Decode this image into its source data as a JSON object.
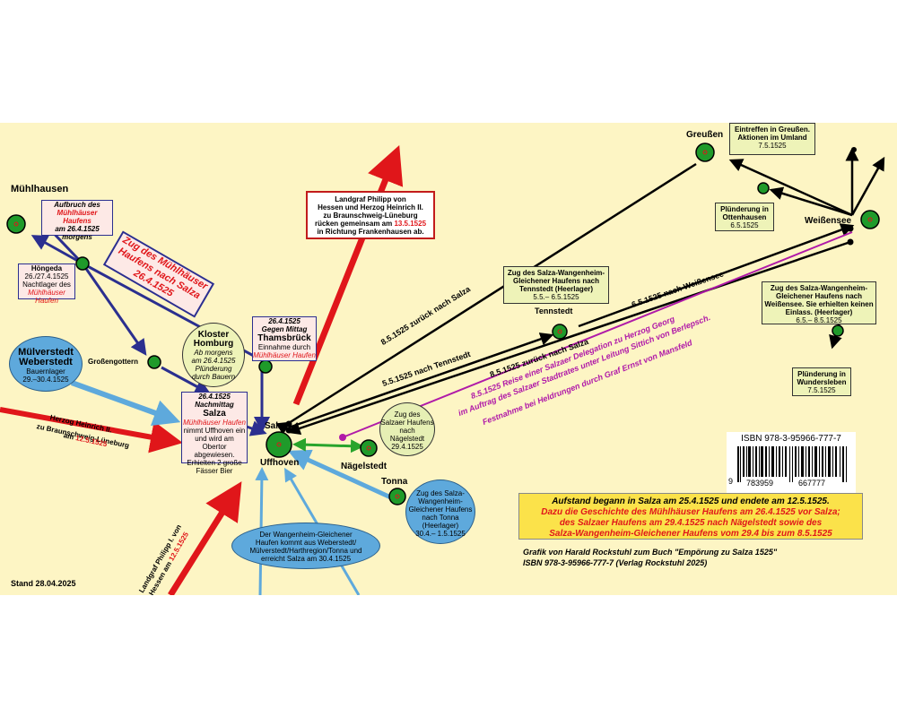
{
  "places": {
    "muehlhausen": "Mühlhausen",
    "grossengottern": "Großengottern",
    "salza": "Salza",
    "ufhoven": "Uffhoven",
    "naegelstedt": "Nägelstedt",
    "tonna": "Tonna",
    "tennstedt": "Tennstedt",
    "greussen": "Greußen",
    "weissensee": "Weißensee"
  },
  "boxes": {
    "aufbruch": {
      "l1": "Aufbruch des",
      "l2": "Mühlhäuser Haufens",
      "l3": "am 26.4.1525",
      "l4": "morgens"
    },
    "hoengeda": {
      "l1": "Höngeda",
      "l2": "26./27.4.1525",
      "l3": "Nachtlager des",
      "l4": "Mühlhäuser Haufen"
    },
    "zug_muehlhaeuser": {
      "l1": "Zug des Mühlhäuser",
      "l2": "Haufens nach Salza",
      "l3": "26.4.1525"
    },
    "landgraf_top": {
      "l1": "Landgraf Philipp von",
      "l2": "Hessen und Herzog Heinrich II.",
      "l3": "zu Braunschweig-Lüneburg",
      "l4a": "rücken gemeinsam am ",
      "l4b": "13.5.1525",
      "l5": "in Richtung Frankenhausen ab."
    },
    "kloster": {
      "l1": "Kloster",
      "l2": "Homburg",
      "l3": "Ab morgens",
      "l4": "am 26.4.1525",
      "l5": "Plünderung",
      "l6": "durch Bauern"
    },
    "thamsbrueck": {
      "l1": "26.4.1525",
      "l2": "Gegen Mittag",
      "l3": "Thamsbrück",
      "l4": "Einnahme durch",
      "l5": "Mühlhäuser Haufen"
    },
    "muelverstedt": {
      "l1": "Mülverstedt",
      "l2": "Weberstedt",
      "l3": "Bauernlager",
      "l4": "29.–30.4.1525"
    },
    "salza_box": {
      "l1": "26.4.1525",
      "l2": "Nachmittag",
      "l3": "Salza",
      "l4": "Mühlhäuser Haufen",
      "l5": "nimmt Uffhoven ein",
      "l6": "und wird am Obertor",
      "l7": "abgewiesen.",
      "l8": "Erhielten 2 große",
      "l9": "Fässer Bier"
    },
    "zug_naegelstedt": {
      "l1": "Zug des",
      "l2": "Salzaer Haufens",
      "l3": "nach",
      "l4": "Nägelstedt",
      "l5": "29.4.1525"
    },
    "zug_tonna": {
      "l1": "Zug des Salza-",
      "l2": "Wangenheim-",
      "l3": "Gleichener Haufens",
      "l4": "nach Tonna",
      "l5": "(Heerlager)",
      "l6": "30.4.– 1.5.1525"
    },
    "wangenheim_ellipse": {
      "l1": "Der Wangenheim-Gleichener",
      "l2": "Haufen kommt aus Weberstedt/",
      "l3": "Mülverstedt/Harthregion/Tonna und",
      "l4": "erreicht Salza am 30.4.1525"
    },
    "zug_tennstedt": {
      "l1": "Zug des Salza-Wangenheim-",
      "l2": "Gleichener Haufens nach",
      "l3": "Tennstedt (Heerlager)",
      "l4": "5.5.– 6.5.1525"
    },
    "eintreffen": {
      "l1": "Eintreffen in Greußen.",
      "l2": "Aktionen im Umland",
      "l3": "7.5.1525"
    },
    "ottenhausen": {
      "l1": "Plünderung in",
      "l2": "Ottenhausen",
      "l3": "6.5.1525"
    },
    "zug_weissensee": {
      "l1": "Zug des Salza-Wangenheim-",
      "l2": "Gleichener Haufens nach",
      "l3": "Weißensee. Sie erhielten keinen",
      "l4": "Einlass. (Heerlager)",
      "l5": "6.5.– 8.5.1525"
    },
    "wundersleben": {
      "l1": "Plünderung in",
      "l2": "Wundersleben",
      "l3": "7.5.1525"
    }
  },
  "route_labels": {
    "zurueck_salza_1": "8.5.1525 zurück nach Salza",
    "nach_tennstedt": "5.5.1525 nach Tennstedt",
    "zurueck_salza_2": "8.5.1525 zurück nach Salza",
    "nach_weissensee": "6.5.1525 nach Weißensee",
    "heinrich_l1": "Herzog Heinrich II.",
    "heinrich_l2": "zu Braunschweig-Lüneburg",
    "heinrich_l3a": "am ",
    "heinrich_l3b": "12.5.1525",
    "philipp_l1": "Landgraf Philipp I. von",
    "philipp_l2a": "Hessen am ",
    "philipp_l2b": "12.5.1525"
  },
  "delegation": {
    "l1": "8.5.1525 Reise einer Salzaer Delegation zu Herzog Georg",
    "l2": "im Auftrag des Salzaer Stadtrates unter Leitung Sittich von Berlepsch.",
    "l3": "Festnahme bei Heldrungen durch Graf Ernst von Mansfeld"
  },
  "isbn": {
    "label": "ISBN 978-3-95966-777-7",
    "digits_1": "9",
    "digits_2": "783959",
    "digits_3": "667777"
  },
  "summary": {
    "l1": "Aufstand begann in Salza am 25.4.1525 und endete am 12.5.1525.",
    "l2": "Dazu die Geschichte des Mühlhäuser Haufens am 26.4.1525 vor Salza;",
    "l3": "des Salzaer Haufens am 29.4.1525 nach Nägelstedt sowie des",
    "l4": "Salza-Wangenheim-Gleichener Haufens vom 29.4 bis zum 8.5.1525"
  },
  "credit": {
    "l1": "Grafik von Harald Rockstuhl zum Buch \"Empörung zu Salza 1525\"",
    "l2": "ISBN 978-3-95966-777-7 (Verlag Rockstuhl 2025)"
  },
  "stand": "Stand 28.04.2025",
  "colors": {
    "background": "#fdf5c4",
    "green_town": "#1f9a2a",
    "red_arrow": "#e0161a",
    "navy_route": "#2b2f8f",
    "light_blue": "#5ea9dc",
    "purple_route": "#b01aa8"
  }
}
